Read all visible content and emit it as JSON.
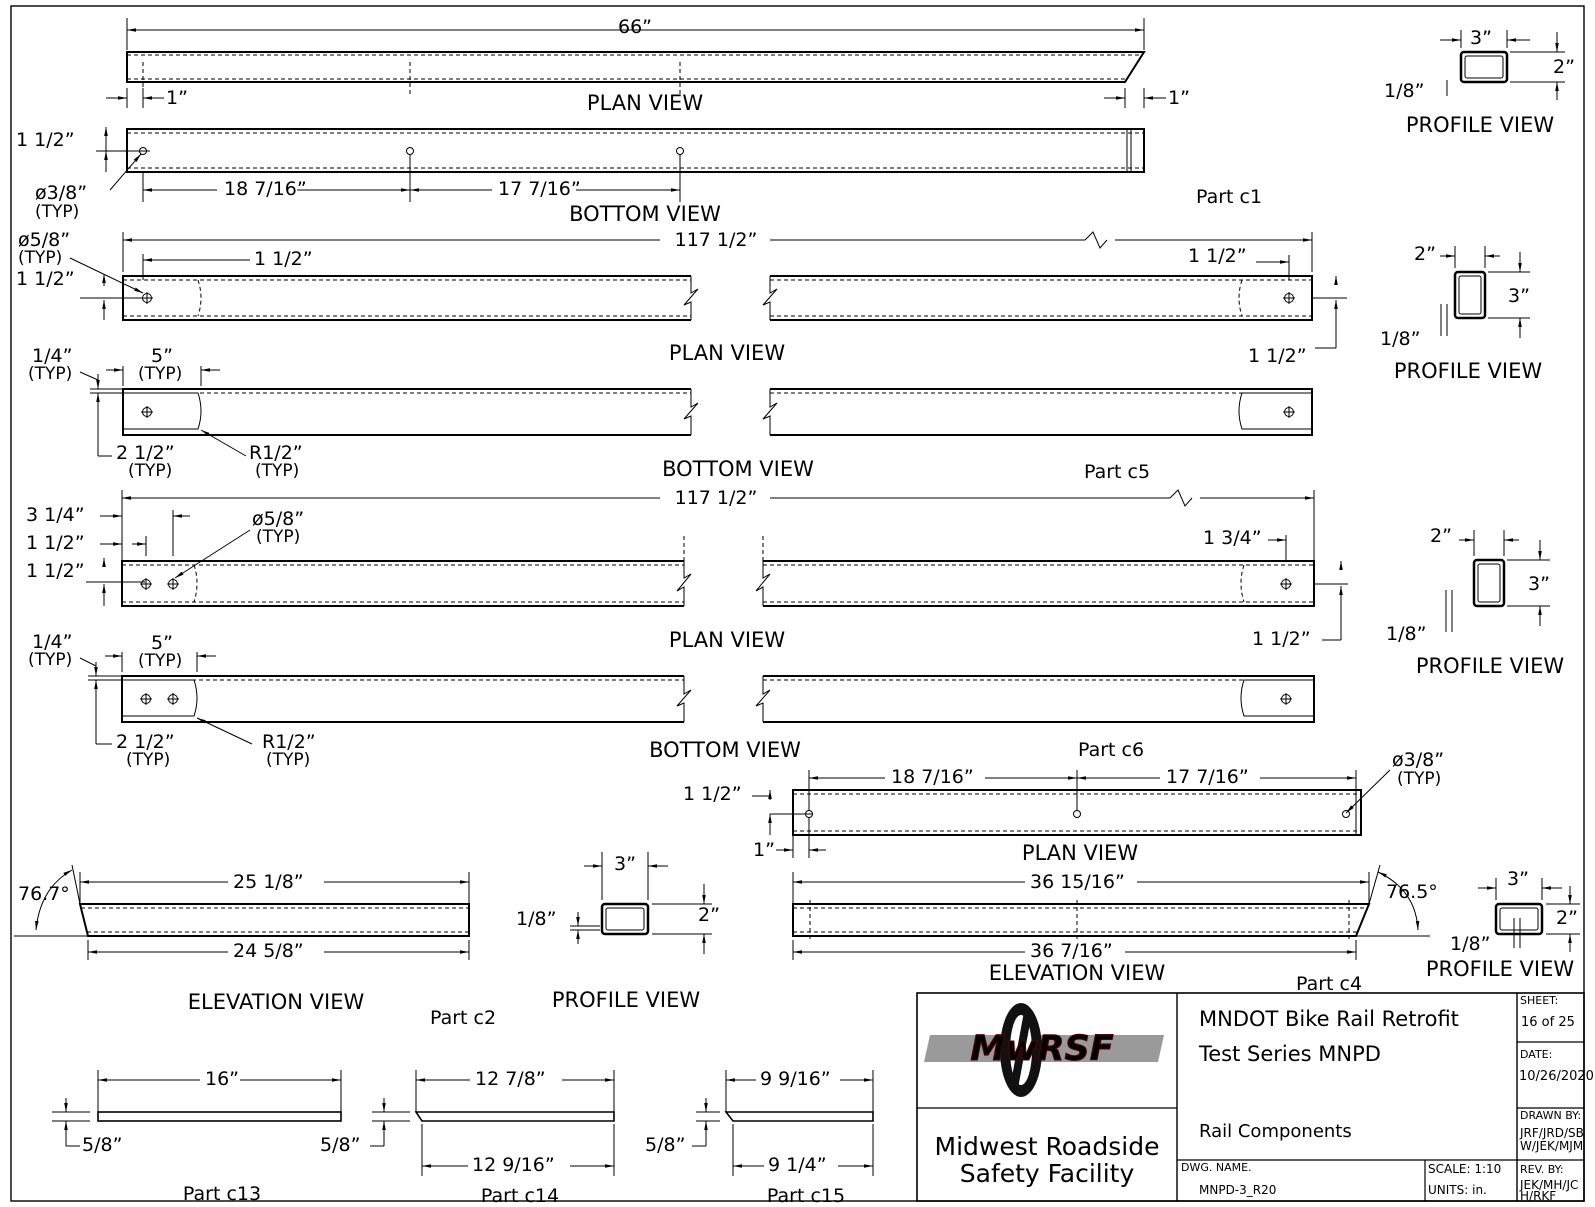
{
  "c1": {
    "dim_length": "66”",
    "dim_plan_left": "1”",
    "dim_plan_right": "1”",
    "plan_title": "PLAN VIEW",
    "dim_hole_edge": "1 1/2”",
    "hole_dia": "ø3/8”",
    "hole_typ": "(TYP)",
    "dim_spacing1": "18 7/16”",
    "dim_spacing2": "17 7/16”",
    "bottom_title": "BOTTOM VIEW",
    "part": "Part c1",
    "prof_w": "3”",
    "prof_h": "2”",
    "prof_t": "1/8”",
    "prof_title": "PROFILE VIEW"
  },
  "c5": {
    "hole_dia": "ø5/8”",
    "hole_typ": "(TYP)",
    "dim_length": "117 1/2”",
    "dim_left_hole": "1 1/2”",
    "dim_left_edge": "1 1/2”",
    "dim_right_hole": "1 1/2”",
    "dim_right_edge": "1 1/2”",
    "plan_title": "PLAN VIEW",
    "dim_quarter": "1/4”",
    "quarter_typ": "(TYP)",
    "dim_five": "5”",
    "five_typ": "(TYP)",
    "dim_two_half": "2 1/2”",
    "two_half_typ": "(TYP)",
    "radius": "R1/2”",
    "radius_typ": "(TYP)",
    "bottom_title": "BOTTOM VIEW",
    "part": "Part c5",
    "prof_w": "2”",
    "prof_h": "3”",
    "prof_t": "1/8”",
    "prof_title": "PROFILE VIEW"
  },
  "c6": {
    "dim_three_q": "3 1/4”",
    "dim_one_half_a": "1 1/2”",
    "dim_one_half_b": "1 1/2”",
    "hole_dia": "ø5/8”",
    "hole_typ": "(TYP)",
    "dim_length": "117 1/2”",
    "dim_right_hole": "1 3/4”",
    "dim_right_edge": "1 1/2”",
    "plan_title": "PLAN VIEW",
    "dim_quarter": "1/4”",
    "quarter_typ": "(TYP)",
    "dim_five": "5”",
    "five_typ": "(TYP)",
    "dim_two_half": "2 1/2”",
    "two_half_typ": "(TYP)",
    "radius": "R1/2”",
    "radius_typ": "(TYP)",
    "bottom_title": "BOTTOM VIEW",
    "part": "Part c6",
    "prof_w": "2”",
    "prof_h": "3”",
    "prof_t": "1/8”",
    "prof_title": "PROFILE VIEW"
  },
  "c4": {
    "dim_spacing1": "18 7/16”",
    "dim_spacing2": "17 7/16”",
    "hole_dia": "ø3/8”",
    "hole_typ": "(TYP)",
    "dim_hole_edge": "1 1/2”",
    "dim_end": "1”",
    "plan_title": "PLAN VIEW",
    "dim_top": "36 15/16”",
    "angle": "76.5°",
    "dim_bottom": "36 7/16”",
    "elev_title": "ELEVATION VIEW",
    "part": "Part c4",
    "prof_w": "3”",
    "prof_h": "2”",
    "prof_t": "1/8”",
    "prof_title": "PROFILE VIEW"
  },
  "c2": {
    "angle": "76.7°",
    "dim_top": "25 1/8”",
    "dim_bottom": "24 5/8”",
    "elev_title": "ELEVATION VIEW",
    "part": "Part c2",
    "prof_w": "3”",
    "prof_h": "2”",
    "prof_t": "1/8”",
    "prof_title": "PROFILE VIEW"
  },
  "c13": {
    "dim_length": "16”",
    "dim_thk": "5/8”",
    "part": "Part c13"
  },
  "c14": {
    "dim_top": "12 7/8”",
    "dim_bottom": "12 9/16”",
    "dim_thk": "5/8”",
    "part": "Part c14"
  },
  "c15": {
    "dim_top": "9 9/16”",
    "dim_bottom": "9 1/4”",
    "dim_thk": "5/8”",
    "part": "Part c15"
  },
  "title_block": {
    "logo_text": "MwRSF",
    "org_line1": "Midwest Roadside",
    "org_line2": "Safety Facility",
    "project_line1": "MNDOT Bike Rail Retrofit",
    "project_line2": "Test Series MNPD",
    "drawing_title": "Rail Components",
    "dwg_name_label": "DWG. NAME.",
    "dwg_name": "MNPD-3_R20",
    "scale_label": "SCALE: 1:10",
    "units_label": "UNITS: in.",
    "sheet_label": "SHEET:",
    "sheet_value": "16 of 25",
    "date_label": "DATE:",
    "date_value": "10/26/2020",
    "drawn_label": "DRAWN BY:",
    "drawn_line1": "JRF/JRD/SB",
    "drawn_line2": "W/JEK/MJM",
    "rev_label": "REV. BY:",
    "rev_line1": "JEK/MH/JC",
    "rev_line2": "H/RKF"
  },
  "colors": {
    "logo_red": "#d81e1e",
    "logo_gray": "#8e8e8e"
  }
}
